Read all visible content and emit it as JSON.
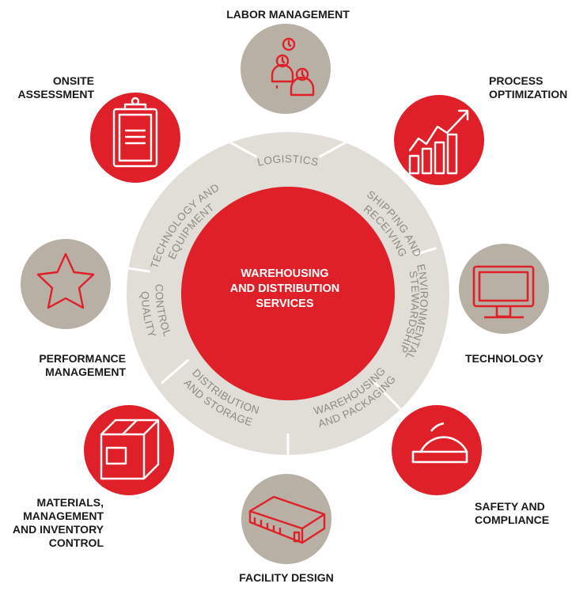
{
  "center": {
    "line1": "WAREHOUSING",
    "line2": "AND DISTRIBUTION",
    "line3": "SERVICES"
  },
  "segments": [
    {
      "id": "logistics",
      "lines": [
        "LOGISTICS"
      ]
    },
    {
      "id": "shipping",
      "lines": [
        "SHIPPING AND",
        "RECEIVING"
      ]
    },
    {
      "id": "environmental",
      "lines": [
        "ENVIRONMENTAL",
        "STEWARDSHIP"
      ]
    },
    {
      "id": "warehousing",
      "lines": [
        "WAREHOUSING",
        "AND PACKAGING"
      ]
    },
    {
      "id": "distribution",
      "lines": [
        "DISTRIBUTION",
        "AND STORAGE"
      ]
    },
    {
      "id": "quality",
      "lines": [
        "QUALITY",
        "CONTROL"
      ]
    },
    {
      "id": "technology-equipment",
      "lines": [
        "TECHNOLOGY AND",
        "EQUIPMENT"
      ]
    }
  ],
  "outer": [
    {
      "id": "labor",
      "label": "LABOR MANAGEMENT",
      "icon": "people-clock-icon",
      "color": "gray"
    },
    {
      "id": "process",
      "label_lines": [
        "PROCESS",
        "OPTIMIZATION"
      ],
      "icon": "growth-chart-icon",
      "color": "red"
    },
    {
      "id": "technology",
      "label": "TECHNOLOGY",
      "icon": "monitor-icon",
      "color": "gray"
    },
    {
      "id": "safety",
      "label_lines": [
        "SAFETY AND",
        "COMPLIANCE"
      ],
      "icon": "hard-hat-icon",
      "color": "red"
    },
    {
      "id": "facility",
      "label": "FACILITY DESIGN",
      "icon": "warehouse-icon",
      "color": "gray"
    },
    {
      "id": "materials",
      "label_lines": [
        "MATERIALS,",
        "MANAGEMENT",
        "AND INVENTORY",
        "CONTROL"
      ],
      "icon": "box-icon",
      "color": "red"
    },
    {
      "id": "performance",
      "label_lines": [
        "PERFORMANCE",
        "MANAGEMENT"
      ],
      "icon": "star-icon",
      "color": "gray"
    },
    {
      "id": "onsite",
      "label_lines": [
        "ONSITE",
        "ASSESSMENT"
      ],
      "icon": "clipboard-icon",
      "color": "red"
    }
  ],
  "colors": {
    "red": "#e02028",
    "gray": "#b8b0a4",
    "ring": "#e1ded8",
    "ring_text": "#8e8a82",
    "label": "#1a1a1a"
  }
}
